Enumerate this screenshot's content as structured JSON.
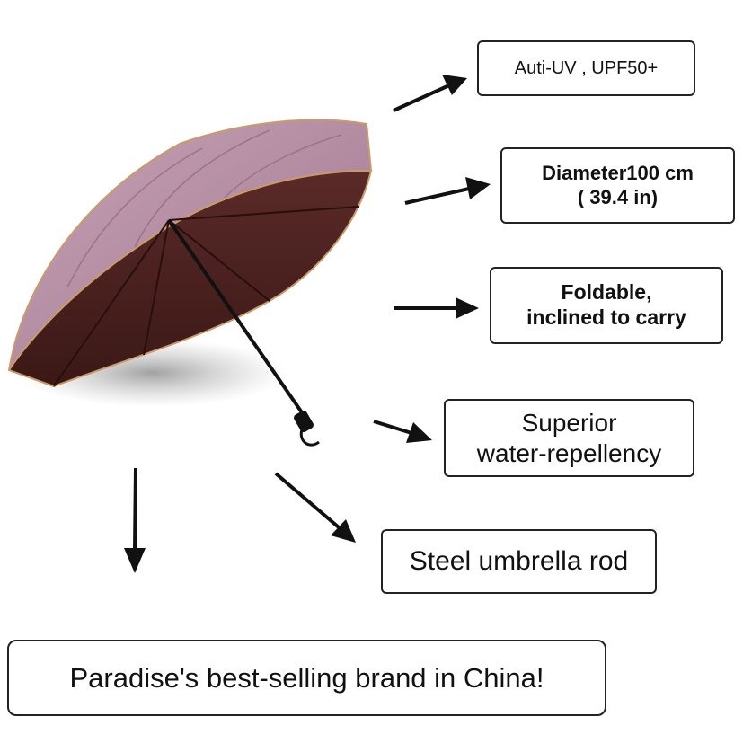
{
  "callouts": {
    "uv": "Auti-UV , UPF50+",
    "diameter_line1": "Diameter100 cm",
    "diameter_line2": "( 39.4 in)",
    "foldable_line1": "Foldable,",
    "foldable_line2": "inclined to carry",
    "water_line1": "Superior",
    "water_line2": "water-repellency",
    "steel": "Steel umbrella rod",
    "brand": "Paradise's best-selling brand in China!"
  },
  "colors": {
    "canopy_outer": "#b98fa6",
    "canopy_inner": "#4a2020",
    "canopy_rim": "#c99a6a",
    "arrow": "#111111",
    "border": "#222222"
  }
}
